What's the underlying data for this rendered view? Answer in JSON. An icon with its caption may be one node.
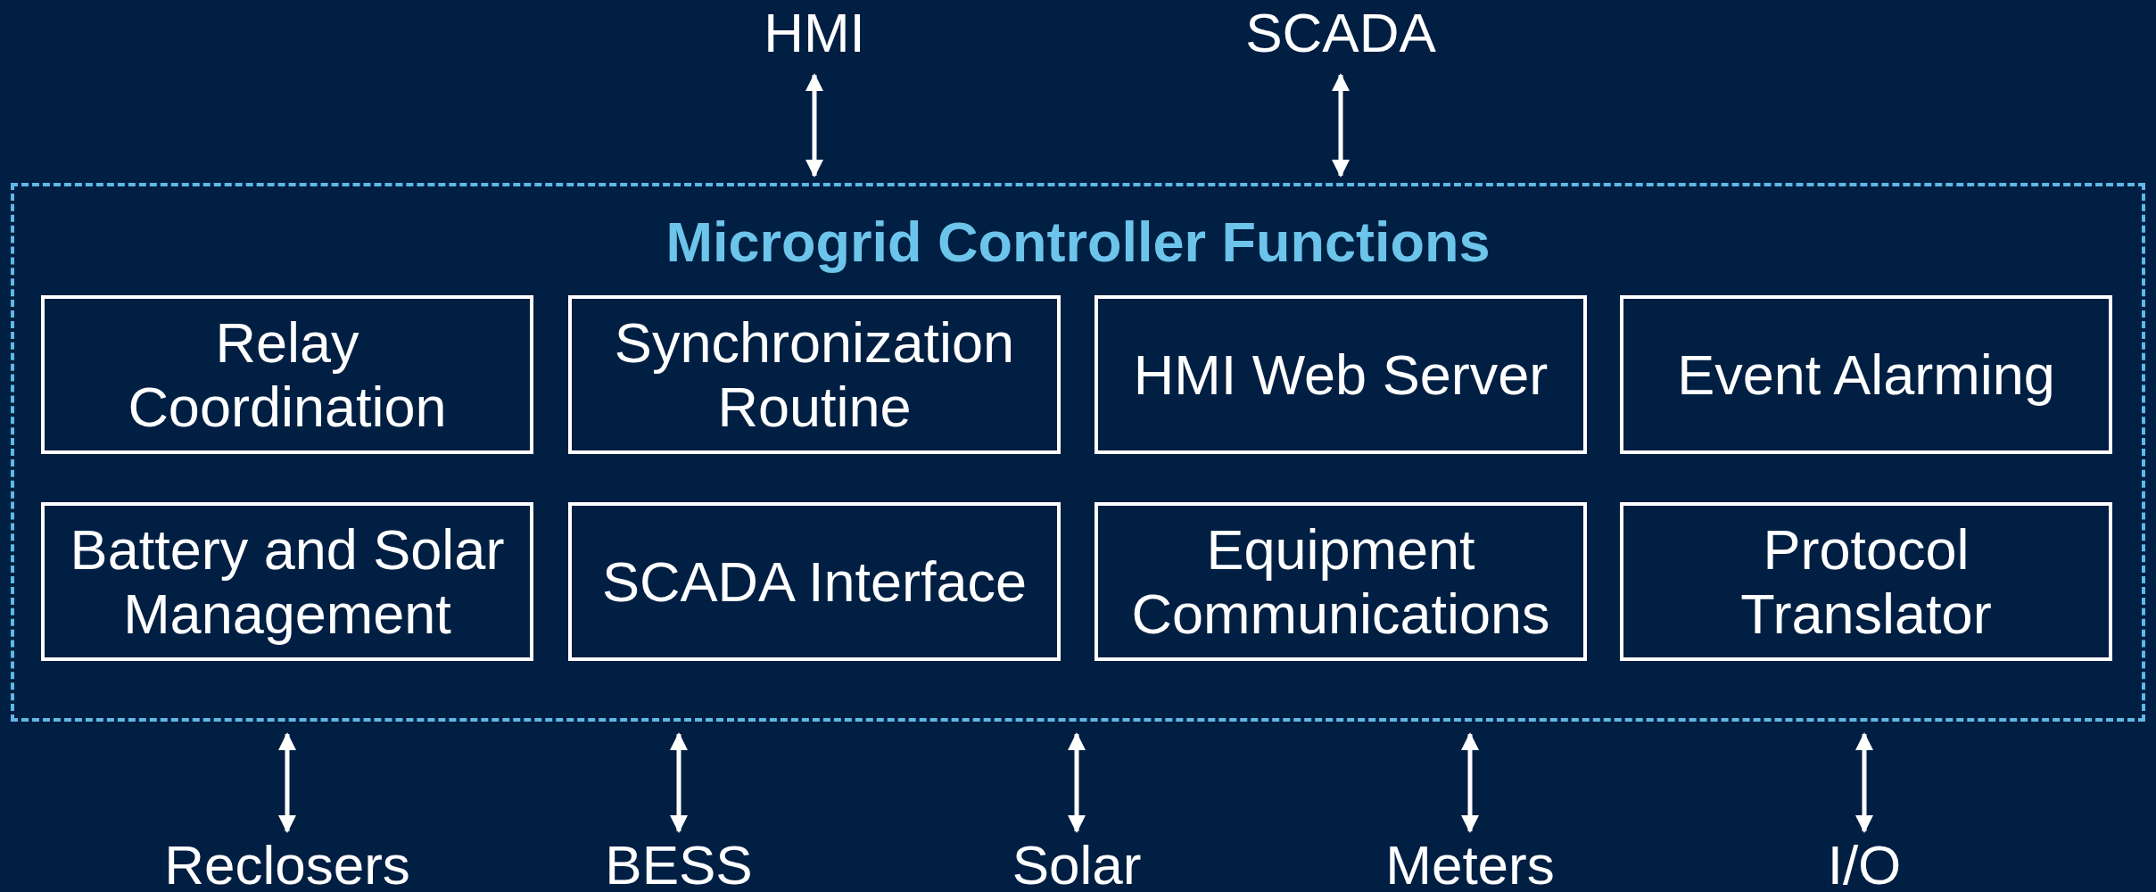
{
  "diagram": {
    "nodes": [
      {
        "text": [
          "HMI"
        ]
      },
      {
        "text": [
          "SCADA"
        ]
      },
      {
        "text": [
          "Microgrid Controller Functions"
        ]
      },
      {
        "text": [
          "Relay Coordination"
        ],
        "in": 2
      },
      {
        "text": [
          "Synchronization Routine"
        ],
        "in": 2
      },
      {
        "text": [
          "HMI Web Server"
        ],
        "in": 2
      },
      {
        "text": [
          "Event Alarming"
        ],
        "in": 2
      },
      {
        "text": [
          "Battery and Solar Management"
        ],
        "in": 2
      },
      {
        "text": [
          "SCADA Interface"
        ],
        "in": 2
      },
      {
        "text": [
          "Equipment Communications"
        ],
        "in": 2
      },
      {
        "text": [
          "Protocol Translator"
        ],
        "in": 2
      },
      {
        "text": [
          "Reclosers"
        ]
      },
      {
        "text": [
          "BESS"
        ]
      },
      {
        "text": [
          "Solar"
        ]
      },
      {
        "text": [
          "Meters"
        ]
      },
      {
        "text": [
          "I/O"
        ]
      }
    ],
    "edges": [
      {
        "from": 0,
        "to": 2,
        "arrow": "both"
      },
      {
        "from": 1,
        "to": 2,
        "arrow": "both"
      },
      {
        "from": 2,
        "to": 11,
        "arrow": "both"
      },
      {
        "from": 2,
        "to": 12,
        "arrow": "both"
      },
      {
        "from": 2,
        "to": 13,
        "arrow": "both"
      },
      {
        "from": 2,
        "to": 14,
        "arrow": "both"
      },
      {
        "from": 2,
        "to": 15,
        "arrow": "both"
      }
    ]
  }
}
